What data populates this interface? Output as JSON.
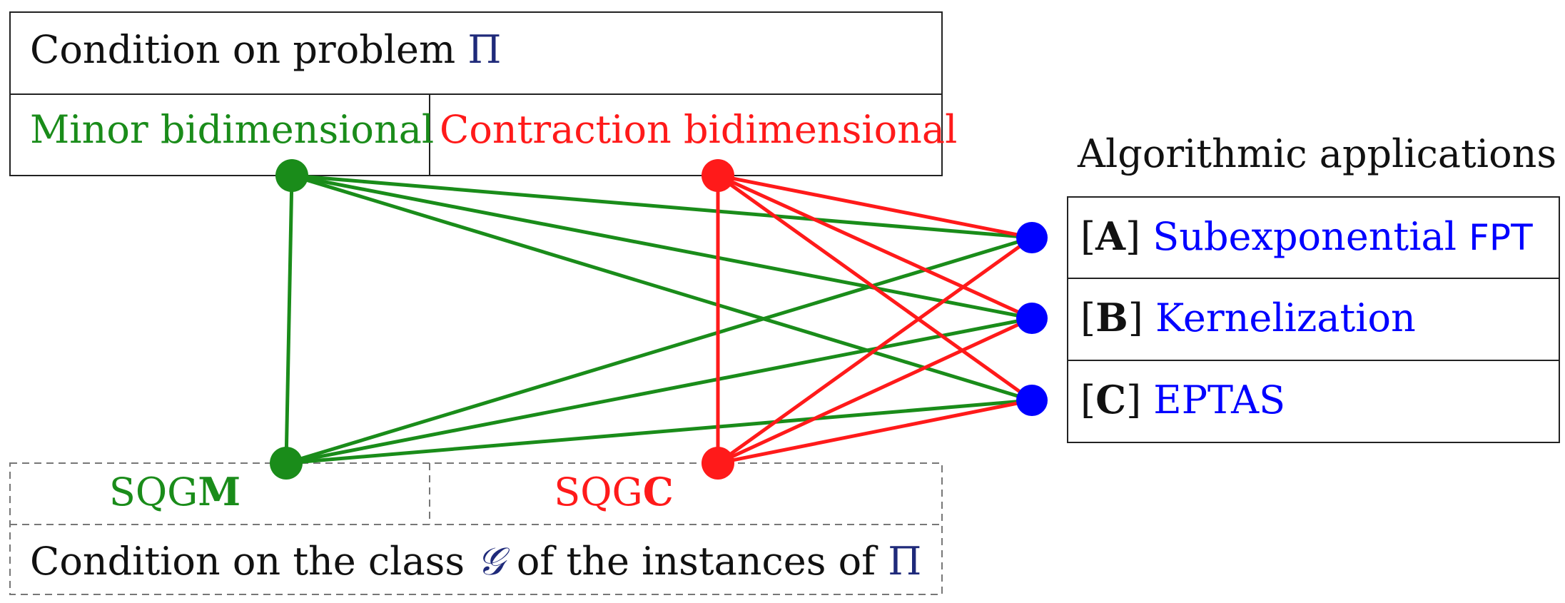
{
  "colors": {
    "minor": "#1a8c1a",
    "contraction": "#ff1a1a",
    "apps": "#0000ff",
    "pi": "#1f2a7a",
    "text": "#111111",
    "dashed": "#777777"
  },
  "problem_box": {
    "title_prefix": "Condition on problem ",
    "title_symbol": "Π",
    "minor_label": "Minor bidimensional",
    "contraction_label": "Contraction bidimensional"
  },
  "class_box": {
    "sqgm_prefix": "SQG",
    "sqgm_bold": "M",
    "sqgc_prefix": "SQG",
    "sqgc_bold": "C",
    "caption_part1": "Condition on the class ",
    "caption_symbol_g": "𝒢",
    "caption_part2": " of the instances of ",
    "caption_symbol_pi": "Π"
  },
  "apps_panel": {
    "title": "Algorithmic applications",
    "items": [
      {
        "tag": "A",
        "text": "Subexponential ",
        "extra": "FPT"
      },
      {
        "tag": "B",
        "text": "Kernelization",
        "extra": ""
      },
      {
        "tag": "C",
        "text": "EPTAS",
        "extra": ""
      }
    ]
  },
  "edges": [
    {
      "from": "minor-top",
      "to": "minor-bottom",
      "color": "minor"
    },
    {
      "from": "minor-top",
      "to": "app-a",
      "color": "minor"
    },
    {
      "from": "minor-top",
      "to": "app-b",
      "color": "minor"
    },
    {
      "from": "minor-top",
      "to": "app-c",
      "color": "minor"
    },
    {
      "from": "minor-bottom",
      "to": "app-a",
      "color": "minor"
    },
    {
      "from": "minor-bottom",
      "to": "app-b",
      "color": "minor"
    },
    {
      "from": "minor-bottom",
      "to": "app-c",
      "color": "minor"
    },
    {
      "from": "contr-top",
      "to": "contr-bottom",
      "color": "contraction"
    },
    {
      "from": "contr-top",
      "to": "app-a",
      "color": "contraction"
    },
    {
      "from": "contr-top",
      "to": "app-b",
      "color": "contraction"
    },
    {
      "from": "contr-top",
      "to": "app-c",
      "color": "contraction"
    },
    {
      "from": "contr-bottom",
      "to": "app-a",
      "color": "contraction"
    },
    {
      "from": "contr-bottom",
      "to": "app-b",
      "color": "contraction"
    },
    {
      "from": "contr-bottom",
      "to": "app-c",
      "color": "contraction"
    }
  ]
}
